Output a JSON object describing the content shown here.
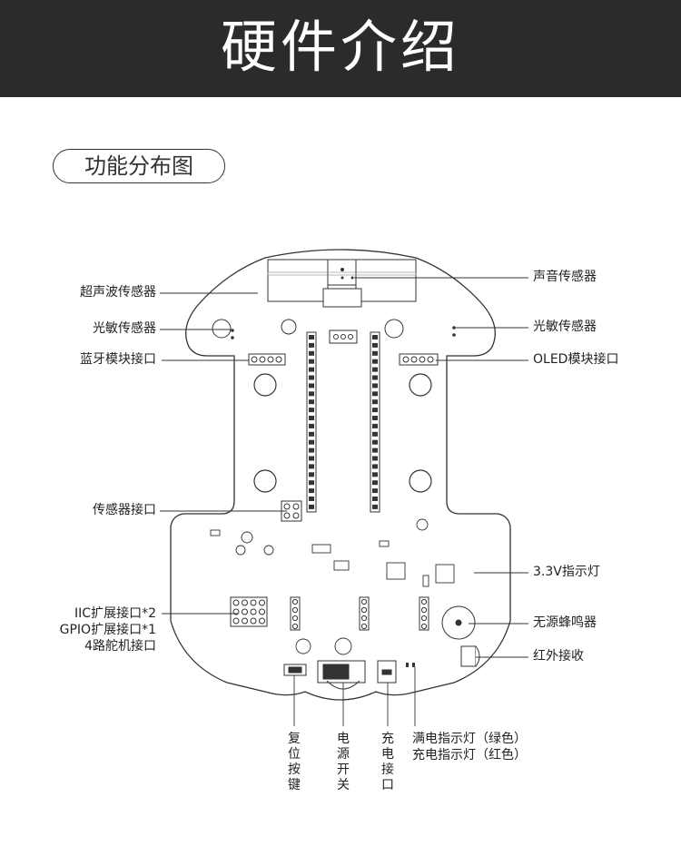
{
  "header": {
    "title": "硬件介绍"
  },
  "section": {
    "title": "功能分布图"
  },
  "labels": {
    "ultrasonic": "超声波传感器",
    "light_left": "光敏传感器",
    "bluetooth": "蓝牙模块接口",
    "sensor_port": "传感器接口",
    "iic": "IIC扩展接口*2",
    "gpio": "GPIO扩展接口*1",
    "servo": "4路舵机接口",
    "sound": "声音传感器",
    "light_right": "光敏传感器",
    "oled": "OLED模块接口",
    "led33": "3.3V指示灯",
    "buzzer": "无源蜂鸣器",
    "ir": "红外接收",
    "reset": "复位按键",
    "power": "电源开关",
    "charge": "充电接口",
    "full_led": "满电指示灯（绿色）",
    "charge_led": "充电指示灯（红色）"
  }
}
